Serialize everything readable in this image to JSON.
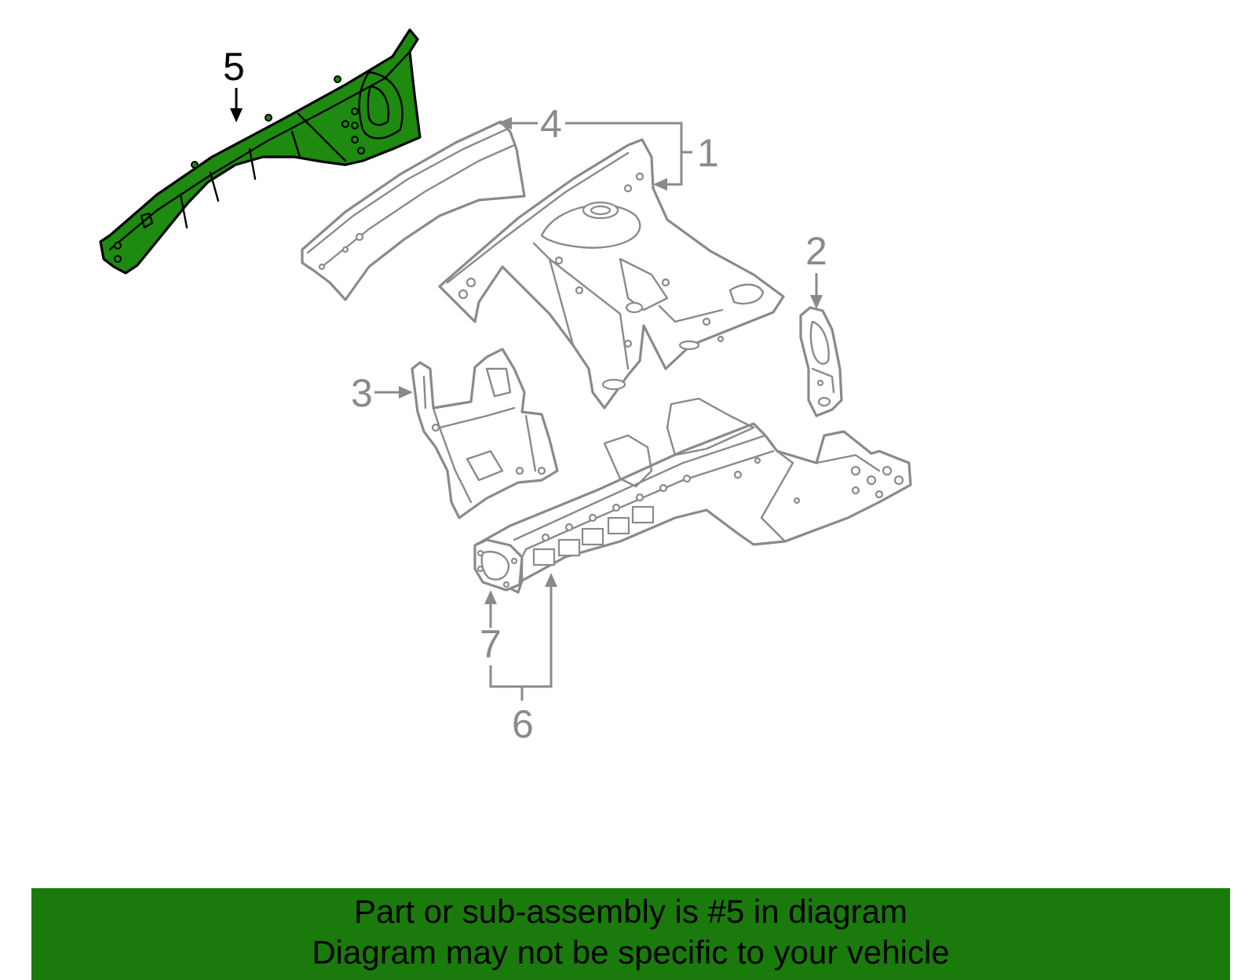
{
  "callouts": {
    "c1": "1",
    "c2": "2",
    "c3": "3",
    "c4": "4",
    "c5": "5",
    "c6": "6",
    "c7": "7"
  },
  "highlighted_part": "5",
  "colors": {
    "highlight_fill": "#1e8a0f",
    "banner_bg": "#1a7a0c",
    "line_gray": "#8a8a8a"
  },
  "banner": {
    "line1": "Part or sub-assembly is #5 in diagram",
    "line2": "Diagram may not be specific to your vehicle"
  }
}
